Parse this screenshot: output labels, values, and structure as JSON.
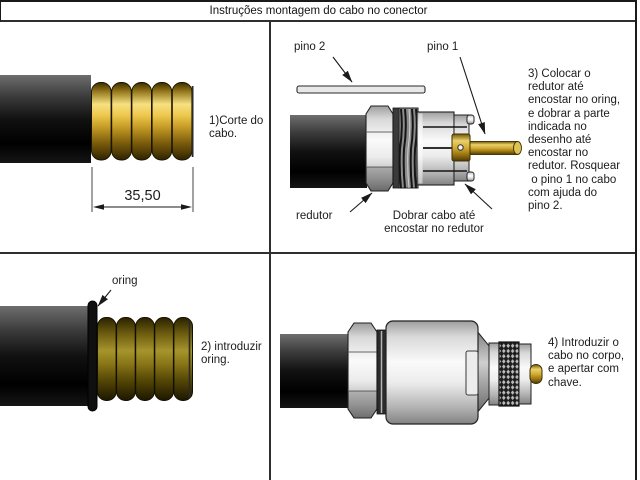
{
  "title": "Instruções montagem do cabo no conector",
  "colors": {
    "background": "#ffffff",
    "line": "#1a1a1a",
    "brass_bright": "#eec94e",
    "brass_dark": "#968420",
    "cable_black": "#111111",
    "steel_gray": "#d8d8d8",
    "pin_gold": "#d4ad35"
  },
  "panels": {
    "step1": {
      "instruction": "1)Corte do\ncabo.",
      "dimension": "35,50"
    },
    "step2": {
      "instruction": "2) introduzir\noring.",
      "oring_label": "oring"
    },
    "step3": {
      "instruction": "3) Colocar o\nredutor até\nencostar no oring,\ne dobrar a parte\nindicada no\ndesenho até\nencostar no\nredutor. Rosquear\n o pino 1 no cabo\ncom ajuda do\npino 2.",
      "pino2_label": "pino 2",
      "pino1_label": "pino 1",
      "redutor_label": "redutor",
      "dobrar_label": "Dobrar cabo até\nencostar no redutor"
    },
    "step4": {
      "instruction": "4) Introduzir o\ncabo no corpo,\ne apertar com\nchave."
    }
  }
}
